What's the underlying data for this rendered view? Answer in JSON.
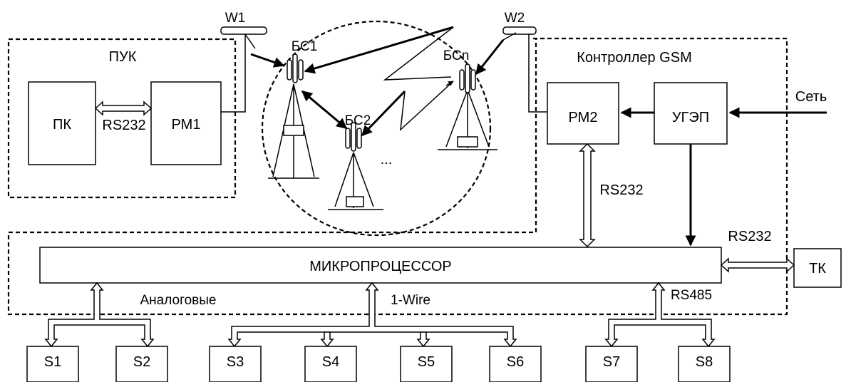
{
  "groups": {
    "puk": "ПУК",
    "controller": "Контроллер GSM"
  },
  "antennas": {
    "w1": "W1",
    "w2": "W2"
  },
  "base_stations": {
    "bs1": "БС1",
    "bs2": "БС2",
    "bsn": "БСn",
    "ellipsis": "..."
  },
  "blocks": {
    "pk": "ПК",
    "rm1": "РМ1",
    "rm2": "РМ2",
    "ugep": "УГЭП",
    "mcu": "МИКРОПРОЦЕССОР",
    "tk": "ТК"
  },
  "links": {
    "pk_rm1": "RS232",
    "rm2_mcu": "RS232",
    "mcu_tk": "RS232",
    "mains": "Сеть",
    "analog": "Аналоговые",
    "onewire": "1-Wire",
    "rs485": "RS485"
  },
  "sensors": [
    "S1",
    "S2",
    "S3",
    "S4",
    "S5",
    "S6",
    "S7",
    "S8"
  ]
}
